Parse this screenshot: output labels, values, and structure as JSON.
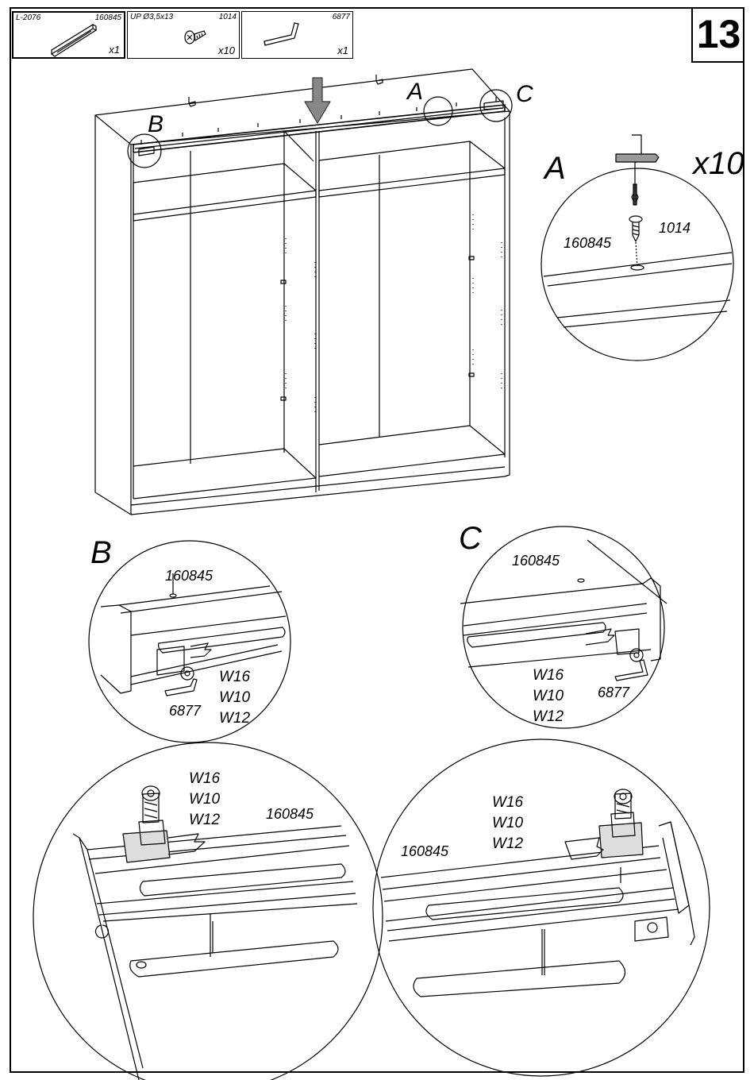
{
  "step_number": "13",
  "parts": [
    {
      "code": "L-2076",
      "ref": "160845",
      "qty": "x1",
      "icon": "rail-icon",
      "selected": true
    },
    {
      "code": "UP Ø3,5x13",
      "ref": "1014",
      "qty": "x10",
      "icon": "screw-icon",
      "selected": false
    },
    {
      "code": "",
      "ref": "6877",
      "qty": "x1",
      "icon": "hex-key-icon",
      "selected": false
    }
  ],
  "overview": {
    "labels": [
      "A",
      "B",
      "C"
    ]
  },
  "detail_a": {
    "letter": "A",
    "count": "x10",
    "rail": "160845",
    "screw": "1014"
  },
  "detail_b": {
    "letter": "B",
    "rail": "160845",
    "key": "6877",
    "widths": [
      "W16",
      "W10",
      "W12"
    ]
  },
  "detail_c": {
    "letter": "C",
    "rail": "160845",
    "key": "6877",
    "widths": [
      "W16",
      "W10",
      "W12"
    ]
  },
  "zoom_left": {
    "rail": "160845",
    "widths": [
      "W16",
      "W10",
      "W12"
    ]
  },
  "zoom_right": {
    "rail": "160845",
    "widths": [
      "W16",
      "W10",
      "W12"
    ]
  }
}
